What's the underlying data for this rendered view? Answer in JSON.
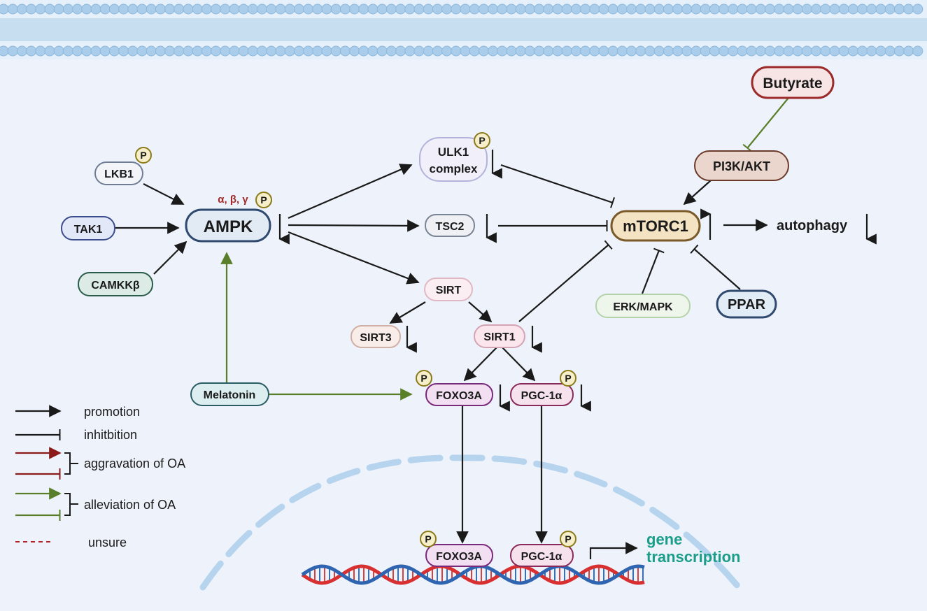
{
  "nodes": {
    "butyrate": "Butyrate",
    "pi3k_akt": "PI3K/AKT",
    "lkb1": "LKB1",
    "tak1": "TAK1",
    "camkkb": "CAMKKβ",
    "ampk": "AMPK",
    "ampk_subunits": "α, β, γ",
    "ulk1_line1": "ULK1",
    "ulk1_line2": "complex",
    "tsc2": "TSC2",
    "mtorc1": "mTORC1",
    "autophagy": "autophagy",
    "sirt": "SIRT",
    "sirt3": "SIRT3",
    "sirt1": "SIRT1",
    "erk_mapk": "ERK/MAPK",
    "ppar": "PPAR",
    "melatonin": "Melatonin",
    "foxo3a": "FOXO3A",
    "pgc1a": "PGC-1α",
    "foxo3a_nuclear": "FOXO3A",
    "pgc1a_nuclear": "PGC-1α",
    "gene_transcription_line1": "gene",
    "gene_transcription_line2": "transcription",
    "phospho": "P"
  },
  "legend": {
    "promotion": "promotion",
    "inhibition": "inhitbition",
    "aggravation": "aggravation of OA",
    "alleviation": "alleviation of OA",
    "unsure": "unsure"
  },
  "colors": {
    "promotion": "#1a1a1a",
    "aggravation": "#8b1a1a",
    "alleviation": "#5a7f2a",
    "unsure": "#b22222",
    "membrane": "#a9cdea",
    "nucleus_dash": "#b7d4ee",
    "gene_text": "#1a9e8a",
    "subunit_text": "#a52a2a"
  }
}
